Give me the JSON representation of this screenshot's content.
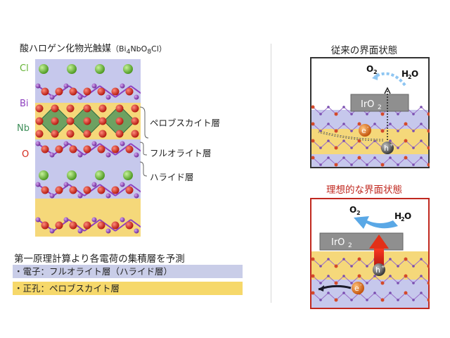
{
  "left": {
    "title_main": "酸ハロゲン化物光触媒",
    "formula_open": "（Bi",
    "formula_bi_sub": "4",
    "formula_mid": "NbO",
    "formula_o_sub": "8",
    "formula_close": "Cl）",
    "element_labels": [
      "Cl",
      "Bi",
      "Nb",
      "O"
    ],
    "element_colors": {
      "Cl": "#63b334",
      "Bi": "#8e3fbf",
      "Nb": "#3f8f5a",
      "O": "#d42a1e"
    },
    "layer_labels": [
      "ペロブスカイト層",
      "フルオライト層",
      "ハライド層"
    ]
  },
  "prediction": {
    "heading": "第一原理計算より各電荷の集積層を予測",
    "line1": "・電子：フルオライト層（ハライド層）",
    "line2": "・正孔：ペロブスカイト層"
  },
  "panel_top": {
    "title": "従来の界面状態",
    "o2": "O",
    "o2_sub": "2",
    "h2o_h": "H",
    "h2o_sub": "2",
    "h2o_o": "O",
    "cocatalyst": "IrO",
    "cocatalyst_sub": "2",
    "electron": "e",
    "electron_sup": "-",
    "hole": "h",
    "hole_sup": "+"
  },
  "panel_bottom": {
    "title": "理想的な界面状態",
    "o2": "O",
    "o2_sub": "2",
    "h2o_h": "H",
    "h2o_sub": "2",
    "h2o_o": "O",
    "cocatalyst": "IrO",
    "cocatalyst_sub": "2",
    "electron": "e",
    "electron_sup": "-",
    "hole": "h",
    "hole_sup": "+"
  },
  "colors": {
    "perovskite_band": "#f5d87a",
    "lavender_band": "#c6c8ec",
    "bar_blue": "#c9cde8",
    "bar_yellow": "#f6d86a",
    "ideal_red": "#c0281f",
    "frame_dark": "#333333"
  }
}
